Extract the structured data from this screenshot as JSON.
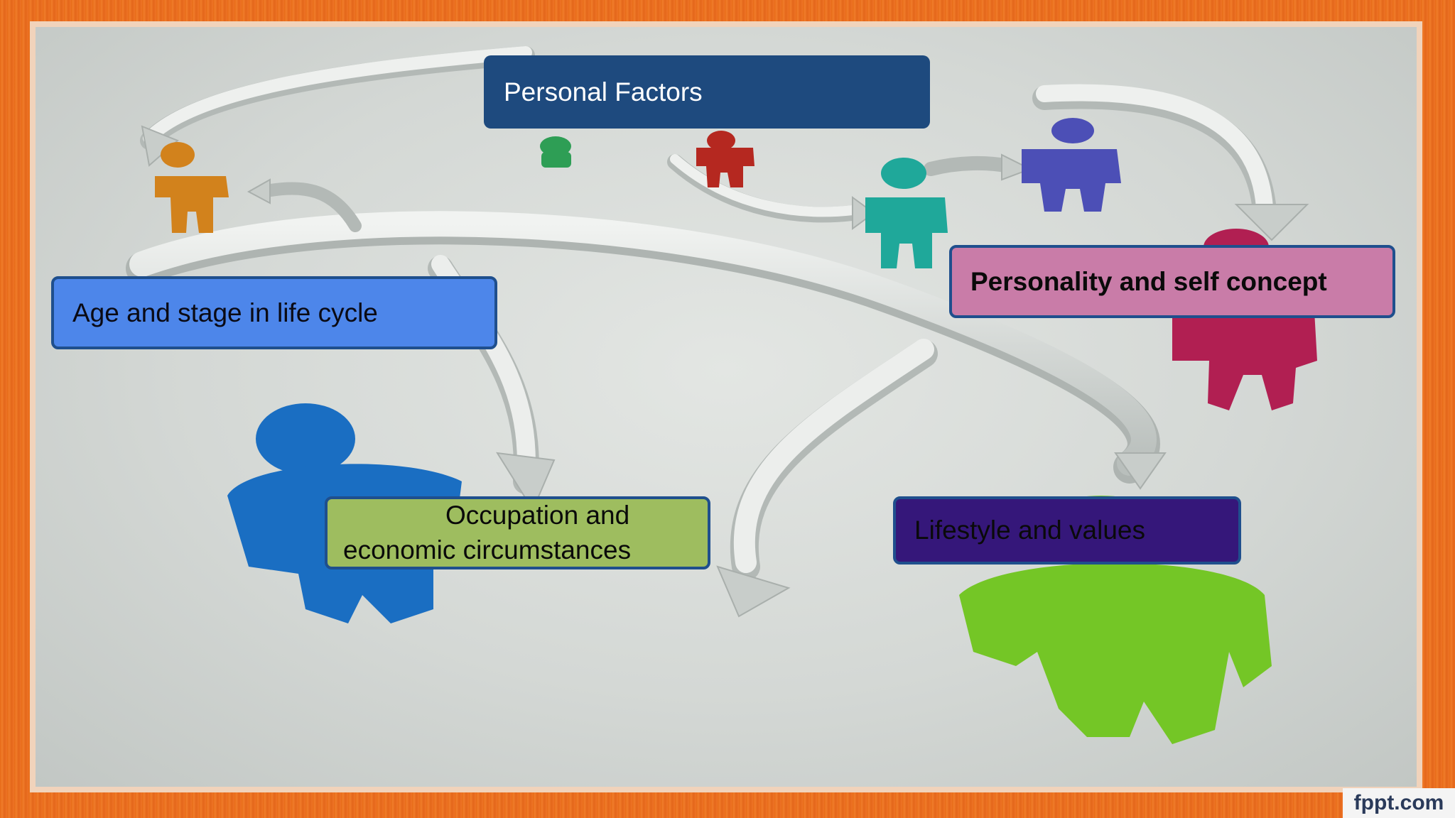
{
  "slide": {
    "boxes": {
      "personal_factors": "Personal Factors",
      "age_stage": "Age and stage in life cycle",
      "personality": "Personality and self concept",
      "occupation_line1": "Occupation and",
      "occupation_line2": "economic circumstances",
      "lifestyle": "Lifestyle and values"
    },
    "watermark": "fppt.com"
  },
  "colors": {
    "frame_orange": "#e8701e",
    "personal_factors_fill": "#1e4a7e",
    "age_fill": "#4d86ea",
    "personality_fill": "#c97ca8",
    "occupation_fill": "#9ebd5f",
    "lifestyle_fill": "#35177a",
    "box_border": "#1f4f8d"
  },
  "icons": {
    "figures": [
      "orange-person-icon",
      "green-person-icon",
      "red-person-icon",
      "teal-person-icon",
      "purple-person-icon",
      "magenta-person-icon",
      "blue-person-icon",
      "lime-person-icon"
    ],
    "arrows": "curved-arrow-icon"
  }
}
